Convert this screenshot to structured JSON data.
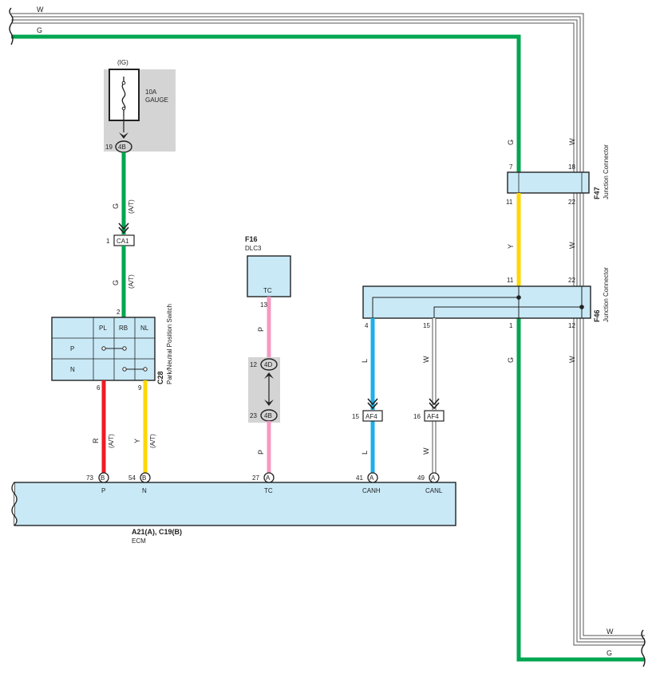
{
  "colors": {
    "G": "#00a651",
    "W": "#ffffff",
    "Y": "#ffd700",
    "R": "#ed1c24",
    "P": "#f49ac2",
    "L": "#1cb0e8",
    "box_fill": "#c9e9f7",
    "fuse_bg": "#d4d4d4",
    "outline": "#222222"
  },
  "wires": {
    "top_w": "W",
    "top_g": "G",
    "bottom_w": "W",
    "bottom_g": "G",
    "main_g_upper": "G",
    "main_w_upper": "W",
    "main_g_lower": "G",
    "main_w_lower": "W",
    "gauge_wire_color": "G",
    "gauge_wire_at": "(A/T)",
    "ca1_wire_color": "G",
    "ca1_wire_at": "(A/T)",
    "p_wire_color": "R",
    "p_wire_at": "(A/T)",
    "n_wire_color": "Y",
    "n_wire_at": "(A/T)",
    "tc_upper_color": "P",
    "tc_lower_color": "P",
    "canh_upper_color": "L",
    "canh_lower_color": "L",
    "canl_upper_color": "W",
    "canl_lower_color": "W",
    "f47_f46_color": "Y",
    "f47_f46_w": "W"
  },
  "fuse": {
    "ig_label": "(IG)",
    "rating": "10A",
    "name": "GAUGE",
    "pin": "19",
    "connector": "4B"
  },
  "ca1": {
    "pin": "1",
    "connector": "CA1"
  },
  "c28": {
    "code": "C28",
    "name": "Park/Neutral Position Switch",
    "top_pin": "2",
    "columns": [
      "PL",
      "RB",
      "NL"
    ],
    "rows": [
      "P",
      "N"
    ],
    "pin_p": "6",
    "pin_n": "9"
  },
  "f16": {
    "code": "F16",
    "name": "DLC3",
    "terminal": "TC",
    "pin": "13"
  },
  "dlc_connectors": {
    "upper_pin": "12",
    "upper_conn": "4D",
    "lower_pin": "23",
    "lower_conn": "4B"
  },
  "f47": {
    "code": "F47",
    "name": "Junction Connector",
    "pin_tl": "7",
    "pin_tr": "18",
    "pin_bl": "11",
    "pin_br": "22"
  },
  "f46": {
    "code": "F46",
    "name": "Junction Connector",
    "pin_tl": "11",
    "pin_tr": "22",
    "pin_canh": "4",
    "pin_canl": "15",
    "pin_g": "1",
    "pin_w": "12"
  },
  "af4_h": {
    "pin": "15",
    "connector": "AF4"
  },
  "af4_l": {
    "pin": "16",
    "connector": "AF4"
  },
  "ecm": {
    "codes": "A21(A), C19(B)",
    "name": "ECM",
    "terminals": [
      {
        "pin": "73",
        "conn": "B",
        "name": "P"
      },
      {
        "pin": "54",
        "conn": "B",
        "name": "N"
      },
      {
        "pin": "27",
        "conn": "A",
        "name": "TC"
      },
      {
        "pin": "41",
        "conn": "A",
        "name": "CANH"
      },
      {
        "pin": "49",
        "conn": "A",
        "name": "CANL"
      }
    ]
  }
}
